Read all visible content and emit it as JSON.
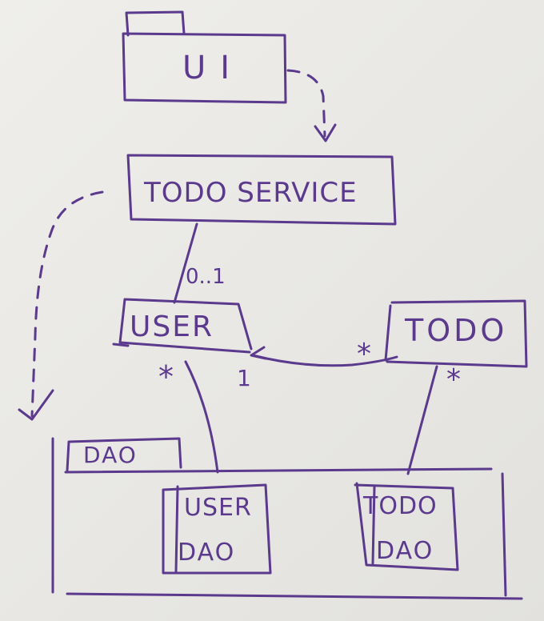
{
  "diagram": {
    "ui": {
      "label": "UI"
    },
    "todo_service": {
      "label": "TODO SERVICE"
    },
    "user": {
      "label": "USER"
    },
    "todo": {
      "label": "TODO"
    },
    "dao": {
      "label": "DAO",
      "user_dao": {
        "line1": "USER",
        "line2": "DAO"
      },
      "todo_dao": {
        "line1": "TODO",
        "line2": "DAO"
      }
    },
    "multiplicities": {
      "service_user": "0..1",
      "user_dao_side": "*",
      "user_todo_user_side": "1",
      "user_todo_todo_side": "*",
      "todo_dao_side": "*"
    },
    "ink_color": "#5b3a8e"
  }
}
